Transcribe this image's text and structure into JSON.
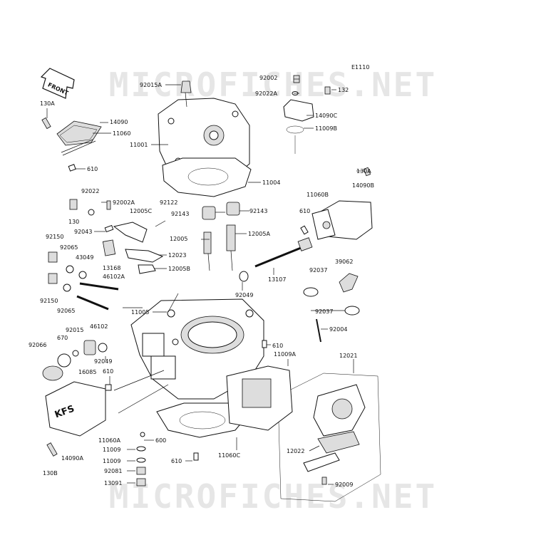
{
  "watermark": {
    "top": "MICROFICHES.NET",
    "bottom": "MICROFICHES.NET"
  },
  "diagram_code": "E1110",
  "front_tag": "FRONT",
  "cover_logo": "KFS",
  "labels": {
    "p92002": "92002",
    "p92015A": "92015A",
    "p132": "132",
    "p92022A": "92022A",
    "p130A_tl": "130A",
    "p14090": "14090",
    "p11060": "11060",
    "p14090C": "14090C",
    "p11009B": "11009B",
    "p11001": "11001",
    "p610_a": "610",
    "p11004": "11004",
    "p130A_r": "130A",
    "p92022": "92022",
    "p92002A": "92002A",
    "p14090B": "14090B",
    "p11060B": "11060B",
    "p92122": "92122",
    "p12005C": "12005C",
    "p92143_a": "92143",
    "p92143_b": "92143",
    "p130": "130",
    "p610_b": "610",
    "p92043": "92043",
    "p12005": "12005",
    "p12005A": "12005A",
    "p92150_a": "92150",
    "p92065_a": "92065",
    "p43049": "43049",
    "p12023": "12023",
    "p13168": "13168",
    "p12005B": "12005B",
    "p46102A": "46102A",
    "p13107": "13107",
    "p39062": "39062",
    "p92037_a": "92037",
    "p92049_a": "92049",
    "p92150_b": "92150",
    "p92065_b": "92065",
    "p11005": "11005",
    "p92037_b": "92037",
    "p46102": "46102",
    "p92004": "92004",
    "p670": "670",
    "p92015": "92015",
    "p92066": "92066",
    "p610_c": "610",
    "p11009A": "11009A",
    "p92049_b": "92049",
    "p16085": "16085",
    "p610_d": "610",
    "p12021": "12021",
    "p11060A": "11060A",
    "p600": "600",
    "p11009_a": "11009",
    "p11009_b": "11009",
    "p14090A": "14090A",
    "p11060C": "11060C",
    "p610_e": "610",
    "p12022": "12022",
    "p130B": "130B",
    "p92081": "92081",
    "p13091": "13091",
    "p92009": "92009"
  }
}
